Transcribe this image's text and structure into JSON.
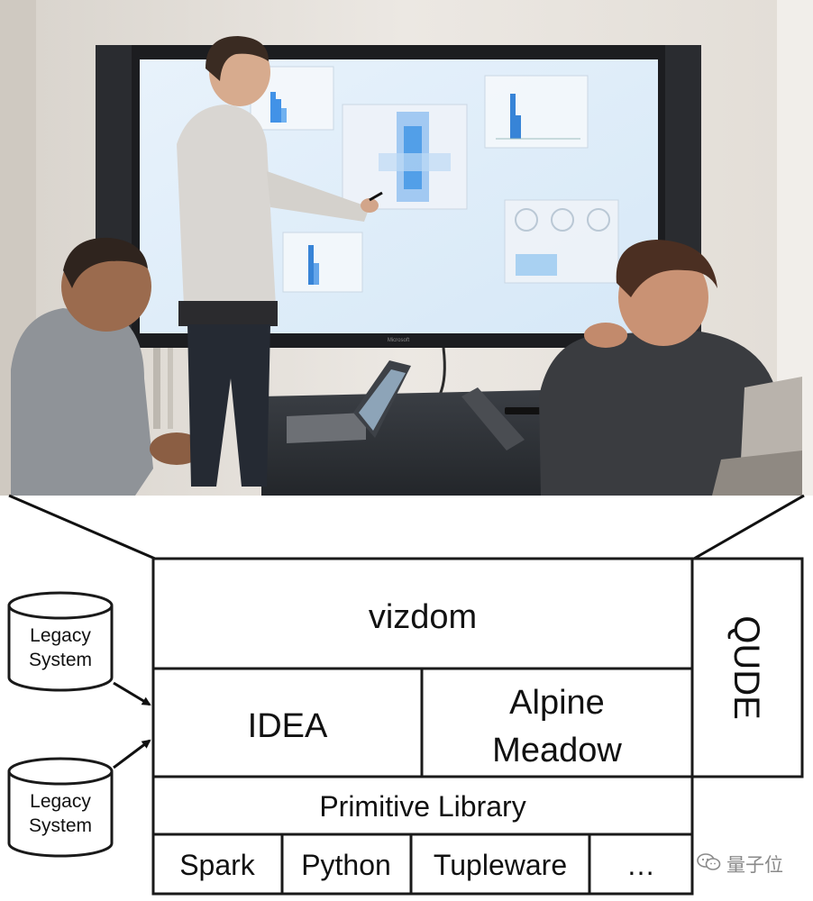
{
  "diagram": {
    "top_layer": "vizdom",
    "side_component": "QUDE",
    "middle_left": "IDEA",
    "middle_right_line1": "Alpine",
    "middle_right_line2": "Meadow",
    "library": "Primitive Library",
    "backends": [
      "Spark",
      "Python",
      "Tupleware",
      "…"
    ],
    "legacy_systems": [
      {
        "line1": "Legacy",
        "line2": "System"
      },
      {
        "line1": "Legacy",
        "line2": "System"
      }
    ]
  },
  "watermark": {
    "text": "量子位",
    "icon": "wechat-icon"
  },
  "photo": {
    "screen_brand": "Microsoft"
  }
}
